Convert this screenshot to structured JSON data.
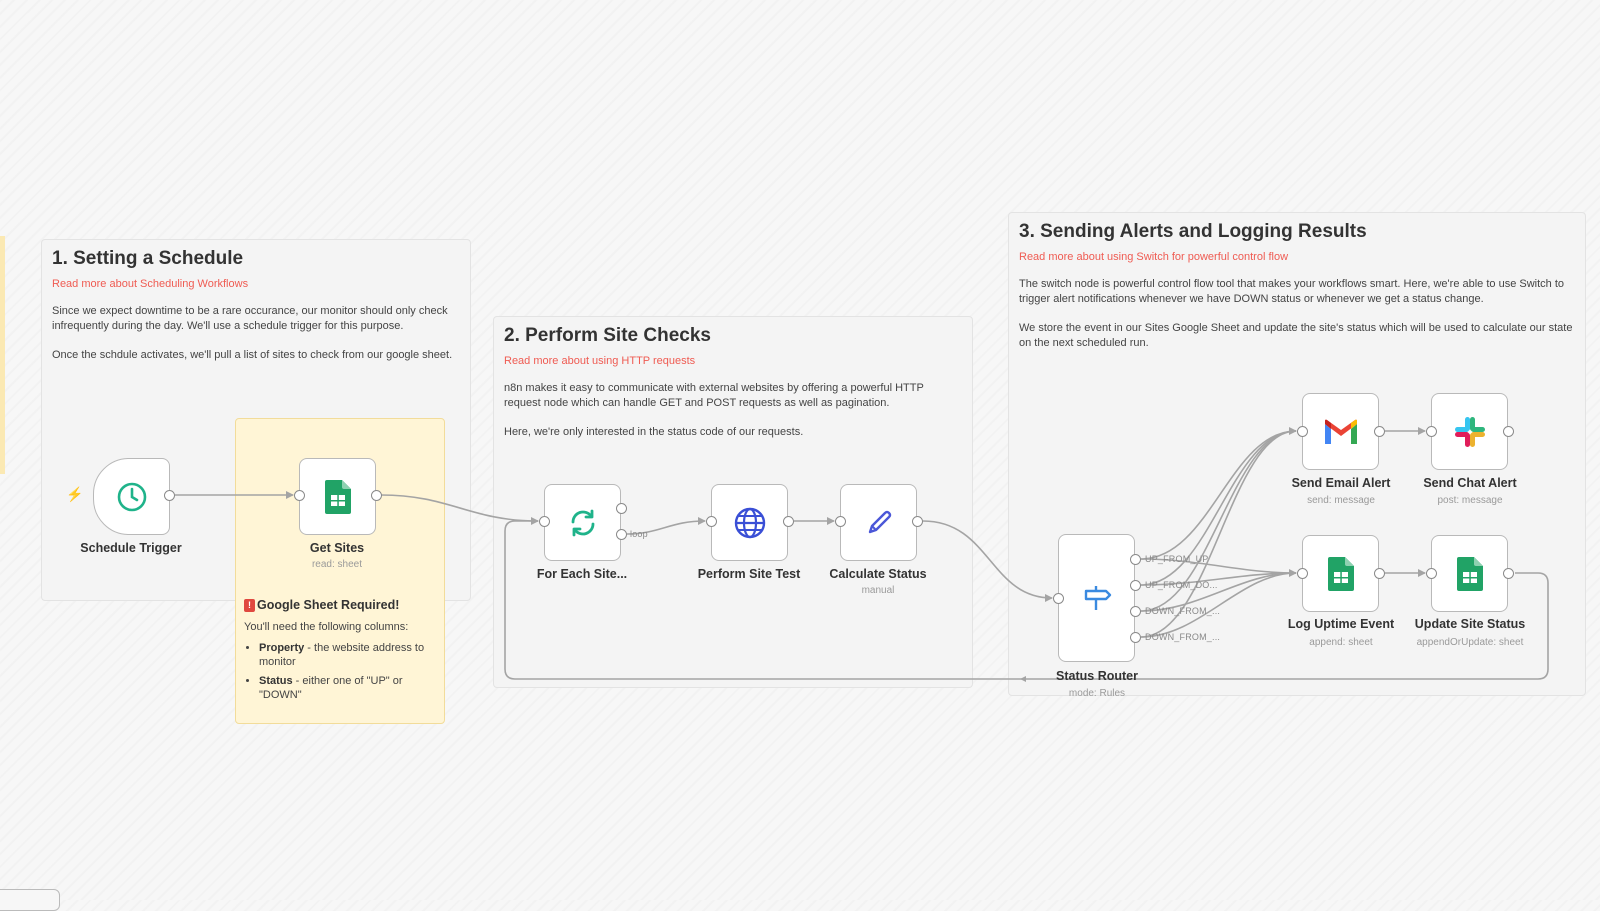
{
  "colors": {
    "accent_link": "#ef5b52",
    "sheets_green": "#21a366",
    "edge": "#a4a4a4",
    "yellow_note": "#fff5d6"
  },
  "notes": {
    "schedule": {
      "title": "1. Setting a Schedule",
      "link": "Read more about Scheduling Workflows",
      "p1": "Since we expect downtime to be a rare occurance, our monitor should only check infrequently during the day. We'll use a schedule trigger for this purpose.",
      "p2": "Once the schdule activates, we'll pull a list of sites to check from our google sheet."
    },
    "checks": {
      "title": "2. Perform Site Checks",
      "link": "Read more about using HTTP requests",
      "p1": "n8n makes it easy to communicate with external websites by offering a powerful HTTP request node which can handle GET and POST requests as well as pagination.",
      "p2": "Here, we're only interested in the status code of our requests."
    },
    "alerts": {
      "title": "3. Sending Alerts and Logging Results",
      "link": "Read more about using Switch for powerful control flow",
      "p1": "The switch node is powerful control flow tool that makes your workflows smart. Here, we're able to use Switch to trigger alert notifications whenever we have DOWN status or whenever we get a status change.",
      "p2": "We store the event in our Sites Google Sheet and update the site's status which will be used to calculate our state on the next scheduled run."
    },
    "sheet_required": {
      "title": "Google Sheet Required!",
      "subtitle": "You'll need the following columns:",
      "items": [
        {
          "name": "Property",
          "desc": " - the website address to monitor"
        },
        {
          "name": "Status",
          "desc": " - either one of \"UP\" or \"DOWN\""
        }
      ]
    }
  },
  "nodes": {
    "schedule_trigger": {
      "label": "Schedule Trigger",
      "icon": "clock-icon"
    },
    "get_sites": {
      "label": "Get Sites",
      "sub": "read: sheet",
      "icon": "google-sheets-icon"
    },
    "for_each_site": {
      "label": "For Each Site...",
      "icon": "loop-icon"
    },
    "perform_site_test": {
      "label": "Perform Site Test",
      "icon": "globe-icon"
    },
    "calculate_status": {
      "label": "Calculate Status",
      "sub": "manual",
      "icon": "pencil-icon"
    },
    "status_router": {
      "label": "Status Router",
      "sub": "mode: Rules",
      "icon": "signpost-icon"
    },
    "send_email_alert": {
      "label": "Send Email Alert",
      "sub": "send: message",
      "icon": "gmail-icon"
    },
    "send_chat_alert": {
      "label": "Send Chat Alert",
      "sub": "post: message",
      "icon": "slack-icon"
    },
    "log_uptime_event": {
      "label": "Log Uptime Event",
      "sub": "append: sheet",
      "icon": "google-sheets-icon"
    },
    "update_site_status": {
      "label": "Update Site Status",
      "sub": "appendOrUpdate: sheet",
      "icon": "google-sheets-icon"
    }
  },
  "edge_labels": {
    "loop": "loop",
    "router_outputs": [
      "UP_FROM_UP",
      "UP_FROM_DO...",
      "DOWN_FROM_...",
      "DOWN_FROM_..."
    ]
  }
}
